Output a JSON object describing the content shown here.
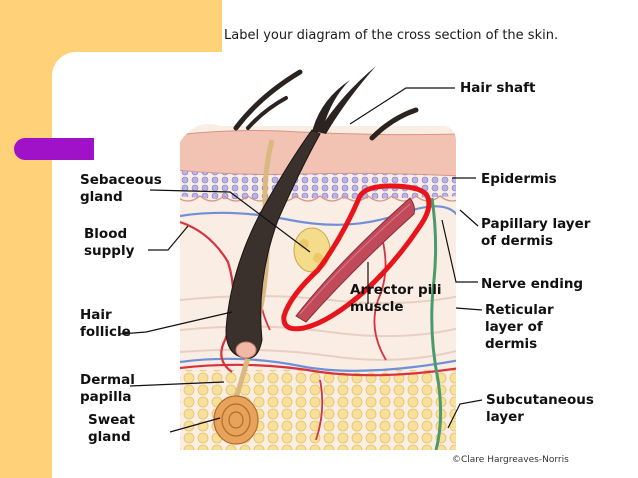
{
  "title": "Label your diagram of the cross section of the skin.",
  "labels": {
    "hair_shaft": "Hair shaft",
    "epidermis": "Epidermis",
    "papillary_1": "Papillary layer",
    "papillary_2": "of dermis",
    "nerve_ending": "Nerve ending",
    "reticular_1": "Reticular",
    "reticular_2": "layer of",
    "reticular_3": "dermis",
    "subcutaneous_1": "Subcutaneous",
    "subcutaneous_2": "layer",
    "sebaceous_1": "Sebaceous",
    "sebaceous_2": "gland",
    "blood_1": "Blood",
    "blood_2": "supply",
    "follicle_1": "Hair",
    "follicle_2": "follicle",
    "papilla_1": "Dermal",
    "papilla_2": "papilla",
    "sweat_1": "Sweat",
    "sweat_2": "gland",
    "arrector_1": "Arrector pili",
    "arrector_2": "muscle"
  },
  "credit": "©Clare Hargreaves-Norris",
  "colors": {
    "accent_strip": "#ffd27a",
    "tab": "#a012c8",
    "highlight": "#e8141c"
  }
}
